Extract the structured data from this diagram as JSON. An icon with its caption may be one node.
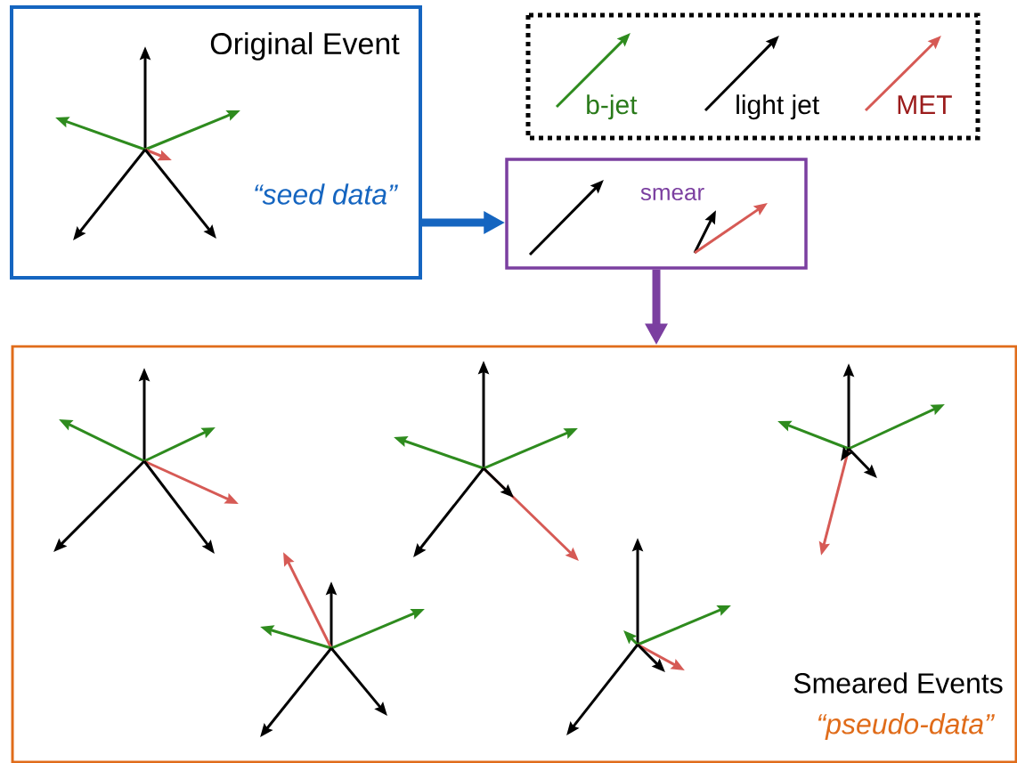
{
  "diagram": {
    "nodes": [
      {
        "text": [
          "Original Event",
          "“seed data”"
        ]
      },
      {
        "text": [
          "smear"
        ]
      },
      {
        "text": [
          "Smeared Events",
          "“pseudo-data”"
        ]
      }
    ],
    "edges": [
      {
        "from": 0,
        "to": 1,
        "arrow": "to",
        "color": "#1565c0"
      },
      {
        "from": 1,
        "to": 2,
        "arrow": "to",
        "color": "#7b3fa0"
      }
    ],
    "legend": [
      {
        "text": "b-jet"
      },
      {
        "text": "light jet"
      },
      {
        "text": "MET"
      }
    ]
  }
}
